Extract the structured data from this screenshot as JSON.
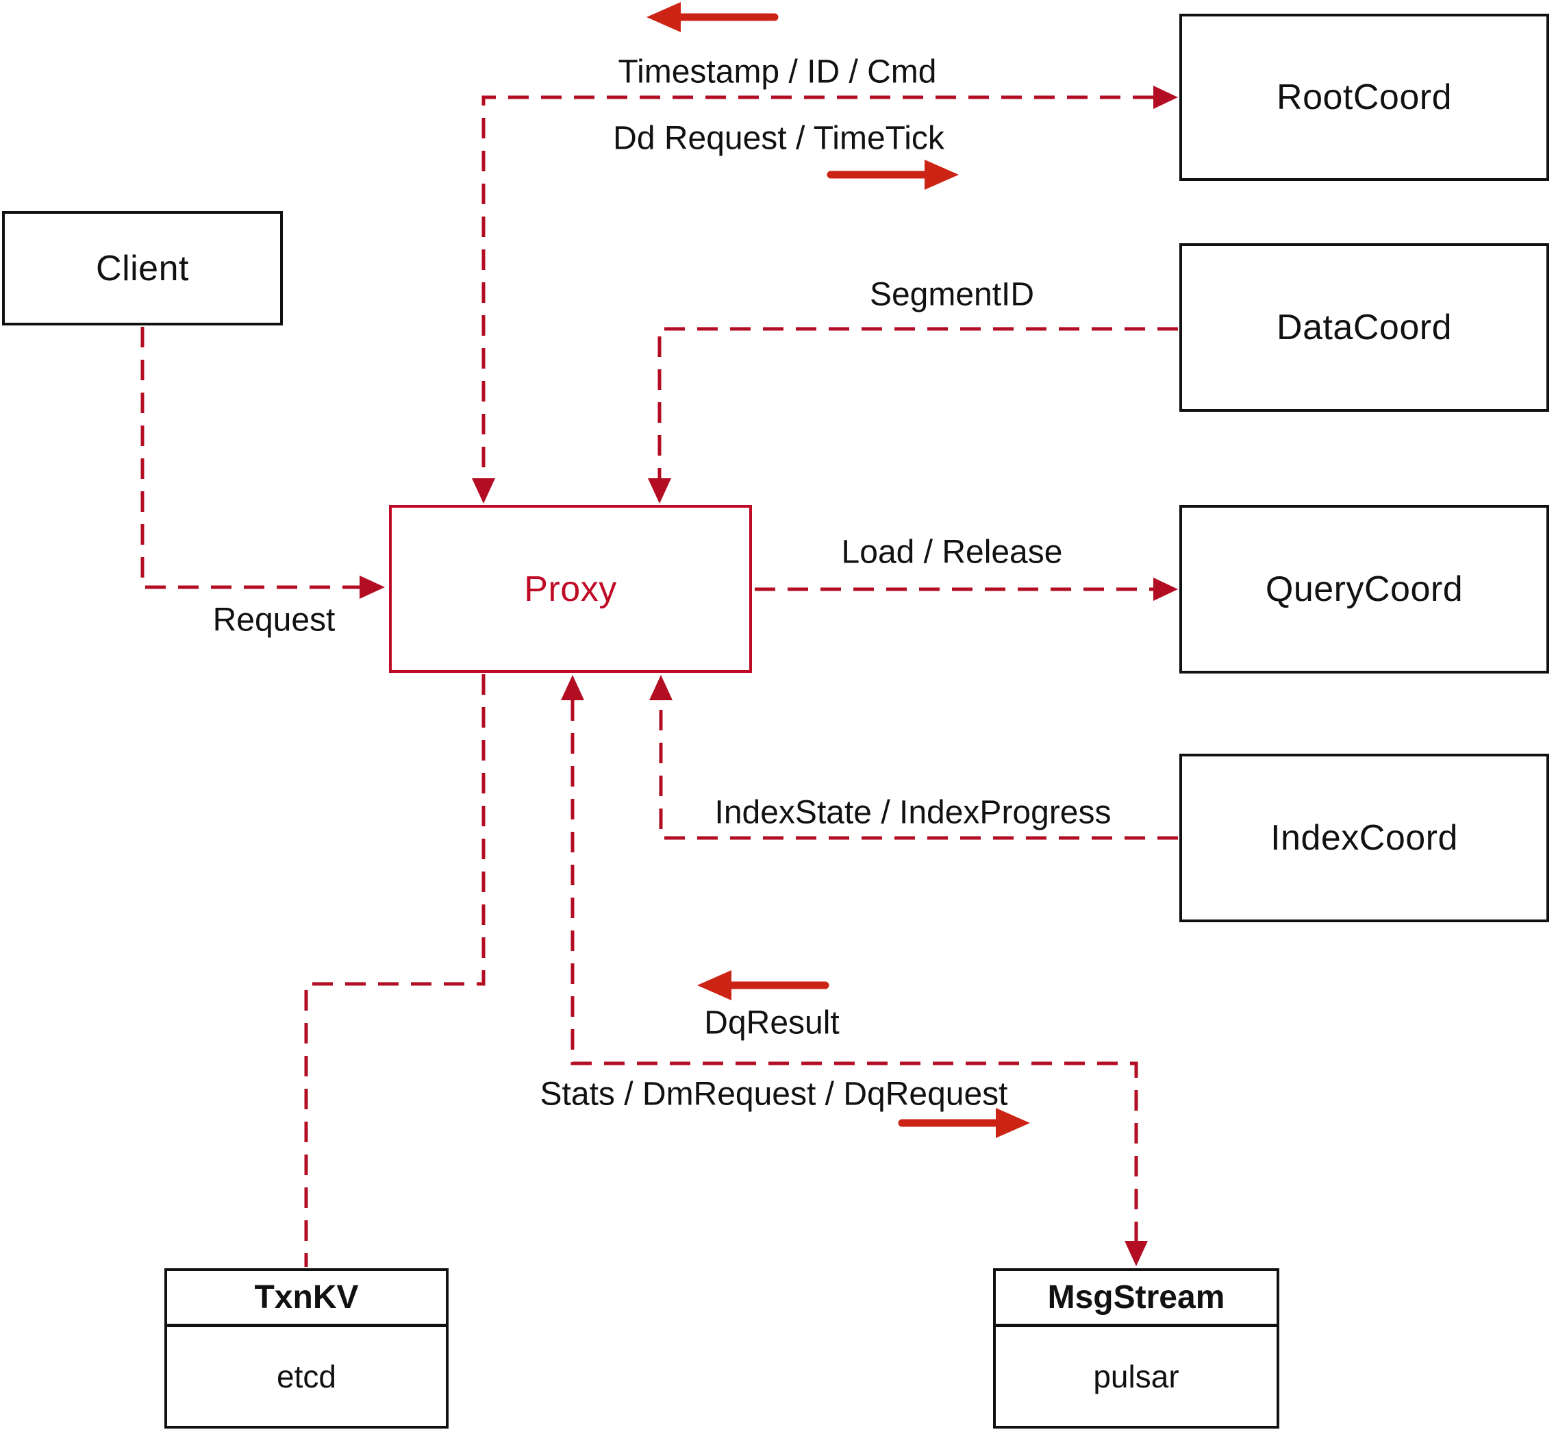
{
  "nodes": {
    "client": {
      "label": "Client"
    },
    "rootcoord": {
      "label": "RootCoord"
    },
    "datacoord": {
      "label": "DataCoord"
    },
    "querycoord": {
      "label": "QueryCoord"
    },
    "indexcoord": {
      "label": "IndexCoord"
    },
    "proxy": {
      "label": "Proxy"
    },
    "txnkv": {
      "title": "TxnKV",
      "subtitle": "etcd"
    },
    "msgstream": {
      "title": "MsgStream",
      "subtitle": "pulsar"
    }
  },
  "edge_labels": {
    "timestamp_id_cmd": "Timestamp / ID / Cmd",
    "dd_request_timetick": "Dd Request / TimeTick",
    "segment_id": "SegmentID",
    "request": "Request",
    "load_release": "Load / Release",
    "index_state_progress": "IndexState / IndexProgress",
    "dq_result": "DqResult",
    "stats_dm_dq_request": "Stats / DmRequest / DqRequest"
  },
  "colors": {
    "line": "#b30d23",
    "arrow": "#cc2414",
    "proxy": "#bf0a26",
    "box_border": "#111111",
    "text": "#111111",
    "background": "#ffffff"
  }
}
